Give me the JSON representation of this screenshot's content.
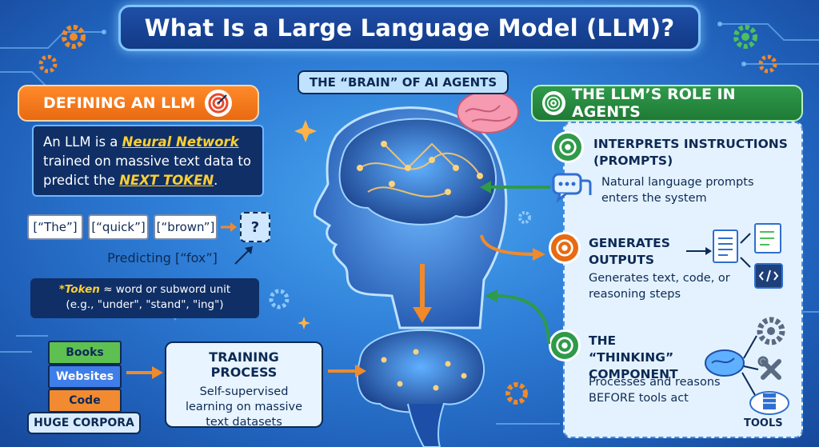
{
  "title": "What Is a Large Language Model (LLM)?",
  "brain_tag": "THE “BRAIN” OF AI AGENTS",
  "left": {
    "header": "DEFINING AN LLM",
    "definition": {
      "part1": "An LLM is a ",
      "neural": "Neural Network",
      "part2": " trained on massive text data to predict the ",
      "next": "NEXT TOKEN",
      "part3": "."
    },
    "tokens": [
      "[“The”]",
      "[“quick”]",
      "[“brown”]"
    ],
    "question": "?",
    "predicting": "Predicting [“fox”]",
    "token_note": {
      "term": "*Token",
      "line1": " ≈ word or subword unit",
      "line2": "(e.g., \"under\", \"stand\", \"ing\")"
    },
    "books": [
      "Books",
      "Websites",
      "Code"
    ],
    "corpora": "HUGE CORPORA",
    "training": {
      "title": "TRAINING PROCESS",
      "text": "Self-supervised learning on massive text datasets"
    }
  },
  "right": {
    "header": "THE LLM’S ROLE IN AGENTS",
    "steps": [
      {
        "title": "INTERPRETS INSTRUCTIONS (PROMPTS)",
        "text": "Natural language prompts enters the system"
      },
      {
        "title": "GENERATES OUTPUTS",
        "text": "Generates text, code, or reasoning steps"
      },
      {
        "title": "THE “THINKING” COMPONENT",
        "text": "Processes and reasons BEFORE tools act"
      }
    ],
    "tools_label": "TOOLS"
  },
  "colors": {
    "orange": "#e86a12",
    "green": "#2f9a4a",
    "navy": "#0d2a55",
    "highlight": "#ffcf33"
  }
}
